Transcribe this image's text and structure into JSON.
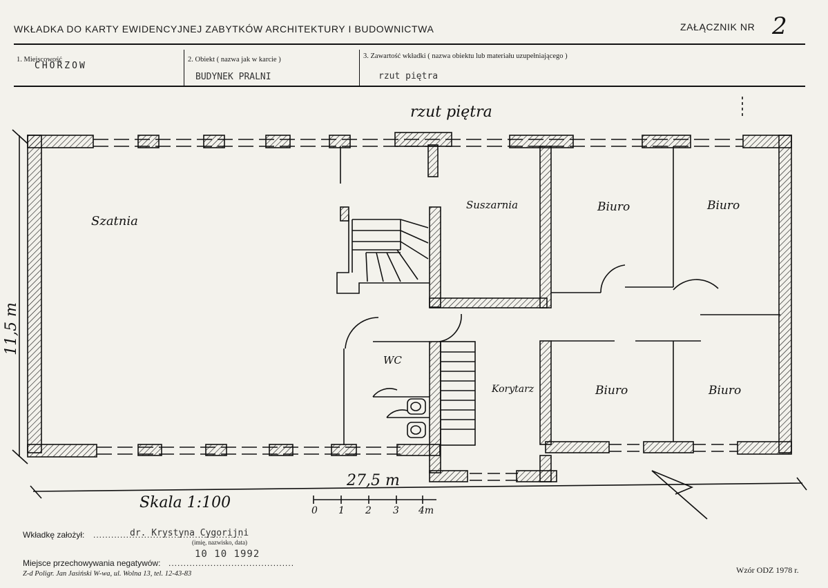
{
  "header": {
    "title": "WKŁADKA DO KARTY EWIDENCYJNEJ ZABYTKÓW ARCHITEKTURY I BUDOWNICTWA",
    "annex_label": "ZAŁĄCZNIK NR",
    "annex_number": "2"
  },
  "fields": {
    "place_label": "1. Miejscowość",
    "place_value": "CHORZOW",
    "object_label": "2. Obiekt ( nazwa jak w karcie )",
    "object_value": "BUDYNEK PRALNI",
    "content_label": "3. Zawartość wkładki ( nazwa obiektu lub materiału uzupełniającego )",
    "content_value": "rzut piętra"
  },
  "plan": {
    "title": "rzut piętra",
    "rooms": [
      "Szatnia",
      "Suszarnia",
      "Biuro",
      "Biuro",
      "WC",
      "Korytarz",
      "Biuro",
      "Biuro"
    ],
    "dim_length": "27,5 m",
    "dim_width": "11,5 m",
    "scale_text": "Skala 1:100",
    "scale_ticks": [
      "0",
      "1",
      "2",
      "3",
      "4m"
    ]
  },
  "footer": {
    "founder_label": "Wkładkę założył:",
    "founder_value": "dr. Krystyna Cygorijni",
    "founder_hint": "(imię, nazwisko, data)",
    "date": "10 10 1992",
    "negatives_label": "Miejsce przechowywania negatywów:",
    "printer": "Z-d Poligr. Jan Jasiński W-wa, ul. Wolna 13, tel. 12-43-83",
    "form": "Wzór ODZ 1978 r."
  }
}
